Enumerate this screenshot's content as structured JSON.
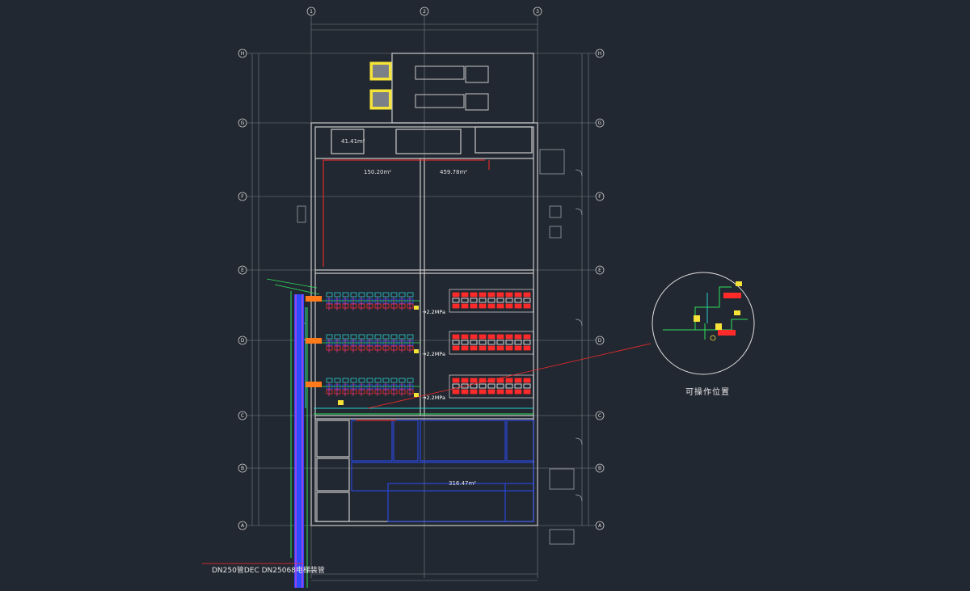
{
  "drawing": {
    "axes_top": [
      "1",
      "2",
      "3"
    ],
    "axes_left": [
      "H",
      "G",
      "F",
      "E",
      "D",
      "C",
      "B",
      "A"
    ],
    "rooms": [
      {
        "id": "r1",
        "area": "150.20m²"
      },
      {
        "id": "r2",
        "area": "459.78m²"
      },
      {
        "id": "r3",
        "area": "316.47m²"
      },
      {
        "id": "r4",
        "area": "41.41m²"
      }
    ],
    "pressure_labels": [
      "→2.2MPa",
      "→2.2MPa",
      "→2.2MPa"
    ],
    "detail_caption": "可操作位置",
    "bottom_note": "DN250管DEC DN25068电梯装管"
  },
  "colors": {
    "background": "#222831",
    "wall": "#c8c8c8",
    "grid": "#7a7f88",
    "red": "#ff2b2b",
    "blue": "#2a4bff",
    "green": "#2ee05a",
    "cyan": "#26d0d0",
    "magenta": "#ff3cc8",
    "yellow": "#f5e33a",
    "white": "#ffffff",
    "orange": "#ff7a1a"
  }
}
